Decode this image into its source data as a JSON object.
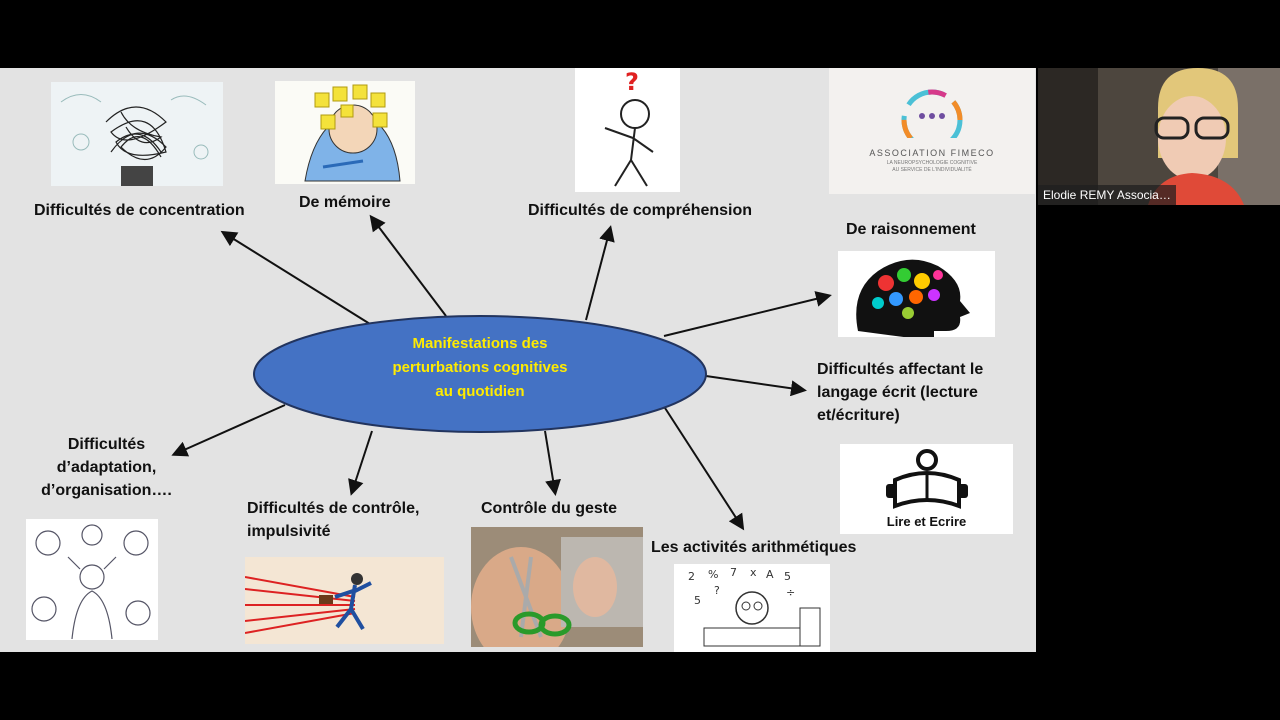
{
  "slide": {
    "center_text": [
      "Manifestations des",
      "perturbations cognitives",
      "au quotidien"
    ],
    "labels": {
      "concentration": "Difficultés de concentration",
      "memoire": "De mémoire",
      "comprehension": "Difficultés de compréhension",
      "raisonnement": "De raisonnement",
      "langage_ecrit": [
        "Difficultés  affectant le",
        "langage écrit (lecture",
        "et/écriture)"
      ],
      "adaptation": [
        "Difficultés",
        "d’adaptation,",
        "d’organisation…."
      ],
      "controle": [
        "Difficultés de contrôle,",
        "impulsivité"
      ],
      "geste": "Contrôle du geste",
      "arithmetique": "Les activités arithmétiques"
    },
    "logo": {
      "name": "ASSOCIATION FIMECO",
      "tagline": [
        "LA NEUROPSYCHOLOGIE COGNITIVE",
        "AU SERVICE DE L'INDIVIDUALITÉ"
      ]
    },
    "lire_ecrire": "Lire et Ecrire",
    "colors": {
      "ellipse": "#4472c4",
      "ellipse_text": "#ffeb00",
      "slide_bg": "#e3e3e3"
    }
  },
  "video": {
    "participant_name": "Elodie REMY Association FIMECO"
  }
}
